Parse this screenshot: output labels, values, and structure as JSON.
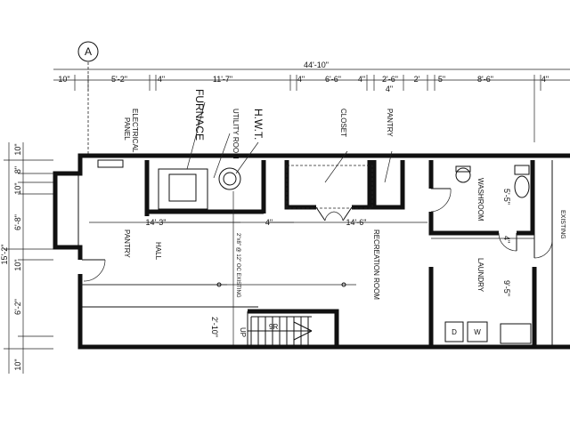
{
  "grid_marker": "A",
  "dims_top": {
    "overall": "44'-10\"",
    "d_10": "10\"",
    "d_5_2": "5'-2\"",
    "d_4a": "4\"",
    "d_11_7": "11'-7\"",
    "d_4b": "4\"",
    "d_6_6": "6'-6\"",
    "d_4c": "4\"",
    "d_2_6": "2'-6\"",
    "d_4_under": "4\"",
    "d_2": "2'",
    "d_5": "5\"",
    "d_8_6": "8'-6\"",
    "d_4e": "4\""
  },
  "dims_left": {
    "overall": "15'-2\"",
    "l_10a": "10\"",
    "l_8": "8\"",
    "l_10b": "10\"",
    "l_6_8": "6'-8\"",
    "l_10c": "10\"",
    "l_6_2": "6'-2\"",
    "l_10d": "10\""
  },
  "dims_inner": {
    "d_14_3": "14'-3\"",
    "d_4": "4\"",
    "d_14_6": "14'-6\"",
    "d_5_5": "5'-5\"",
    "d_4_vert": "4\"",
    "d_9_5": "9'-5\"",
    "d_2_10": "2'-10\""
  },
  "labels": {
    "electrical_panel": "ELECTRICAL PANEL",
    "furnace": "FURNACE",
    "utility_room": "UTILITY ROOM",
    "hwt": "H.W.T.",
    "closet": "CLOSET",
    "pantry_top": "PANTRY",
    "pantry_left": "PANTRY",
    "hall": "HALL",
    "joist_note": "2\"x8\" @ 12\" OC EXISTING",
    "recreation_room": "RECREATION ROOM",
    "washroom": "WASHROOM",
    "laundry": "LAUNDRY",
    "existing_edge": "EXISTING",
    "stair_up": "UP",
    "stair_risers": "9R",
    "washer": "W",
    "dryer": "D"
  }
}
